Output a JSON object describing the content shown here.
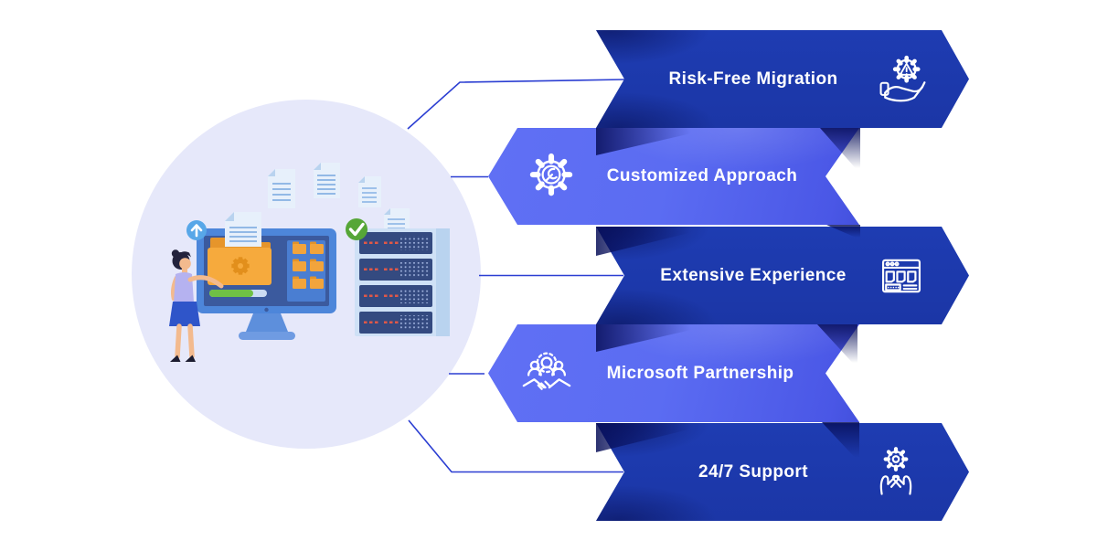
{
  "colors": {
    "background": "#ffffff",
    "banner_dark": "#1d39ae",
    "banner_light": "#5b6cf2",
    "banner_text": "#ffffff",
    "connector_line": "#2b3ed2",
    "fold_shadow": "#070e58",
    "circle_background": "#e6e8fa",
    "accent_orange": "#f5a93c",
    "accent_green": "#56a637",
    "accent_sky_blue": "#58a7e8",
    "monitor_bezel": "#4d86da",
    "screen_navy": "#3b5a9e",
    "server_unit_navy": "#344a80",
    "server_dash_red": "#e05848"
  },
  "banners": [
    {
      "label": "Risk-Free Migration",
      "variant": "dark",
      "arrow_direction": "right",
      "icon": "warning-gear-hand-icon",
      "icon_position": "right"
    },
    {
      "label": "Customized Approach",
      "variant": "light",
      "arrow_direction": "left",
      "icon": "gear-wrench-icon",
      "icon_position": "left"
    },
    {
      "label": "Extensive Experience",
      "variant": "dark",
      "arrow_direction": "right",
      "icon": "browser-cards-icon",
      "icon_position": "right"
    },
    {
      "label": "Microsoft Partnership",
      "variant": "light",
      "arrow_direction": "left",
      "icon": "handshake-people-icon",
      "icon_position": "left"
    },
    {
      "label": "24/7 Support",
      "variant": "dark",
      "arrow_direction": "right",
      "icon": "hands-gear-icon",
      "icon_position": "right"
    }
  ],
  "illustration": {
    "elements": [
      "woman-at-computer",
      "monitor-with-folder-and-documents",
      "upload-progress-bar",
      "floating-documents",
      "upload-arrow-badge",
      "green-check-badge",
      "server-rack"
    ],
    "progress_bar_fill_ratio": 0.75,
    "folder_grid_count": 6,
    "server_unit_count": 4
  }
}
